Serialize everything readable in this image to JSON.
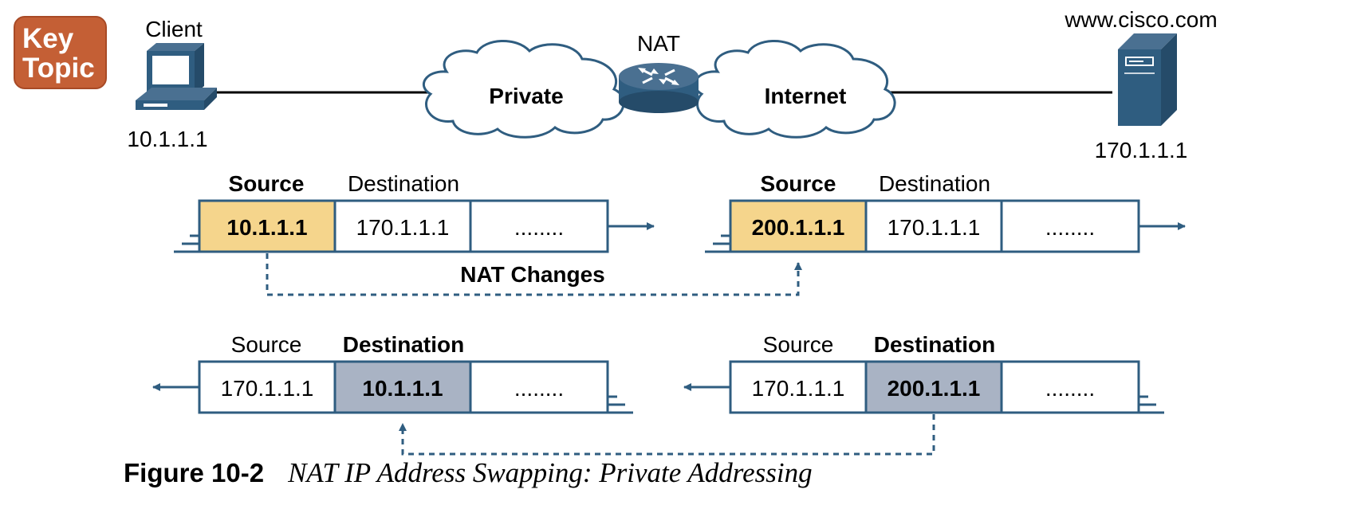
{
  "badge": {
    "line1": "Key",
    "line2": "Topic"
  },
  "client": {
    "label": "Client",
    "ip": "10.1.1.1"
  },
  "server": {
    "label": "www.cisco.com",
    "ip": "170.1.1.1"
  },
  "nat": {
    "label": "NAT"
  },
  "clouds": {
    "private": "Private",
    "internet": "Internet"
  },
  "packets": {
    "top_left": {
      "source_header": "Source",
      "dest_header": "Destination",
      "source": "10.1.1.1",
      "dest": "170.1.1.1",
      "data": "........"
    },
    "top_right": {
      "source_header": "Source",
      "dest_header": "Destination",
      "source": "200.1.1.1",
      "dest": "170.1.1.1",
      "data": "........"
    },
    "bottom_left": {
      "source_header": "Source",
      "dest_header": "Destination",
      "source": "170.1.1.1",
      "dest": "10.1.1.1",
      "data": "........"
    },
    "bottom_right": {
      "source_header": "Source",
      "dest_header": "Destination",
      "source": "170.1.1.1",
      "dest": "200.1.1.1",
      "data": "........"
    }
  },
  "nat_changes": "NAT Changes",
  "caption": {
    "number": "Figure 10-2",
    "title": "NAT IP Address Swapping: Private Addressing"
  },
  "colors": {
    "blue": "#2f5d80",
    "yellow": "#f5d58c",
    "gray": "#a9b3c4",
    "badge": "#c45f35"
  }
}
